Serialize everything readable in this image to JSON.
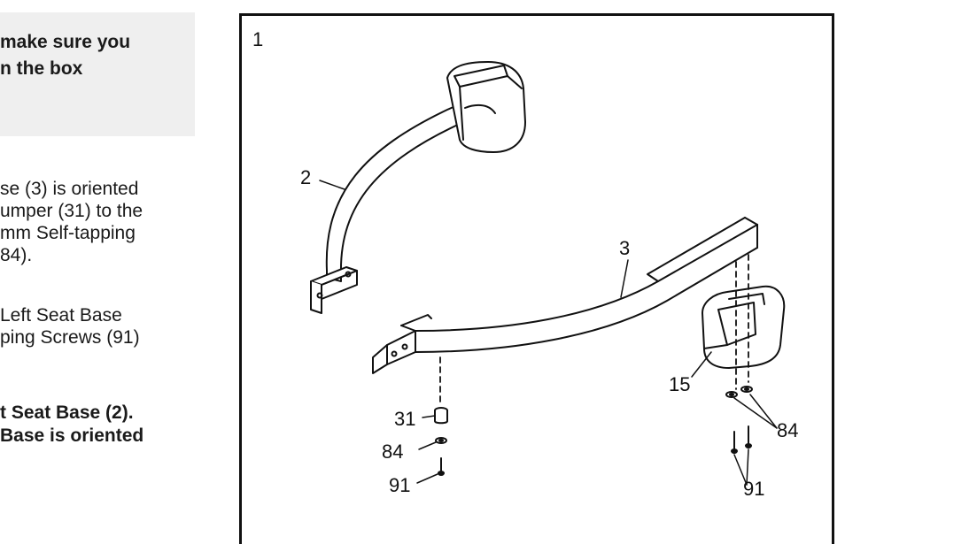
{
  "left_column": {
    "notice_lines": [
      "make sure you",
      "n the box"
    ],
    "paragraph1": [
      "se (3) is oriented",
      "umper (31) to the",
      "mm Self-tapping",
      "84)."
    ],
    "paragraph2": [
      "Left Seat Base",
      "ping Screws (91)"
    ],
    "paragraph3": [
      "t Seat Base (2).",
      "Base is oriented"
    ]
  },
  "figure": {
    "step_number": "1",
    "labels": {
      "left_seat_base": "2",
      "right_seat_base": "3",
      "cap": "15",
      "bumper": "31",
      "washer_left": "84",
      "washer_right": "84",
      "screw_left": "91",
      "screw_right": "91"
    }
  }
}
